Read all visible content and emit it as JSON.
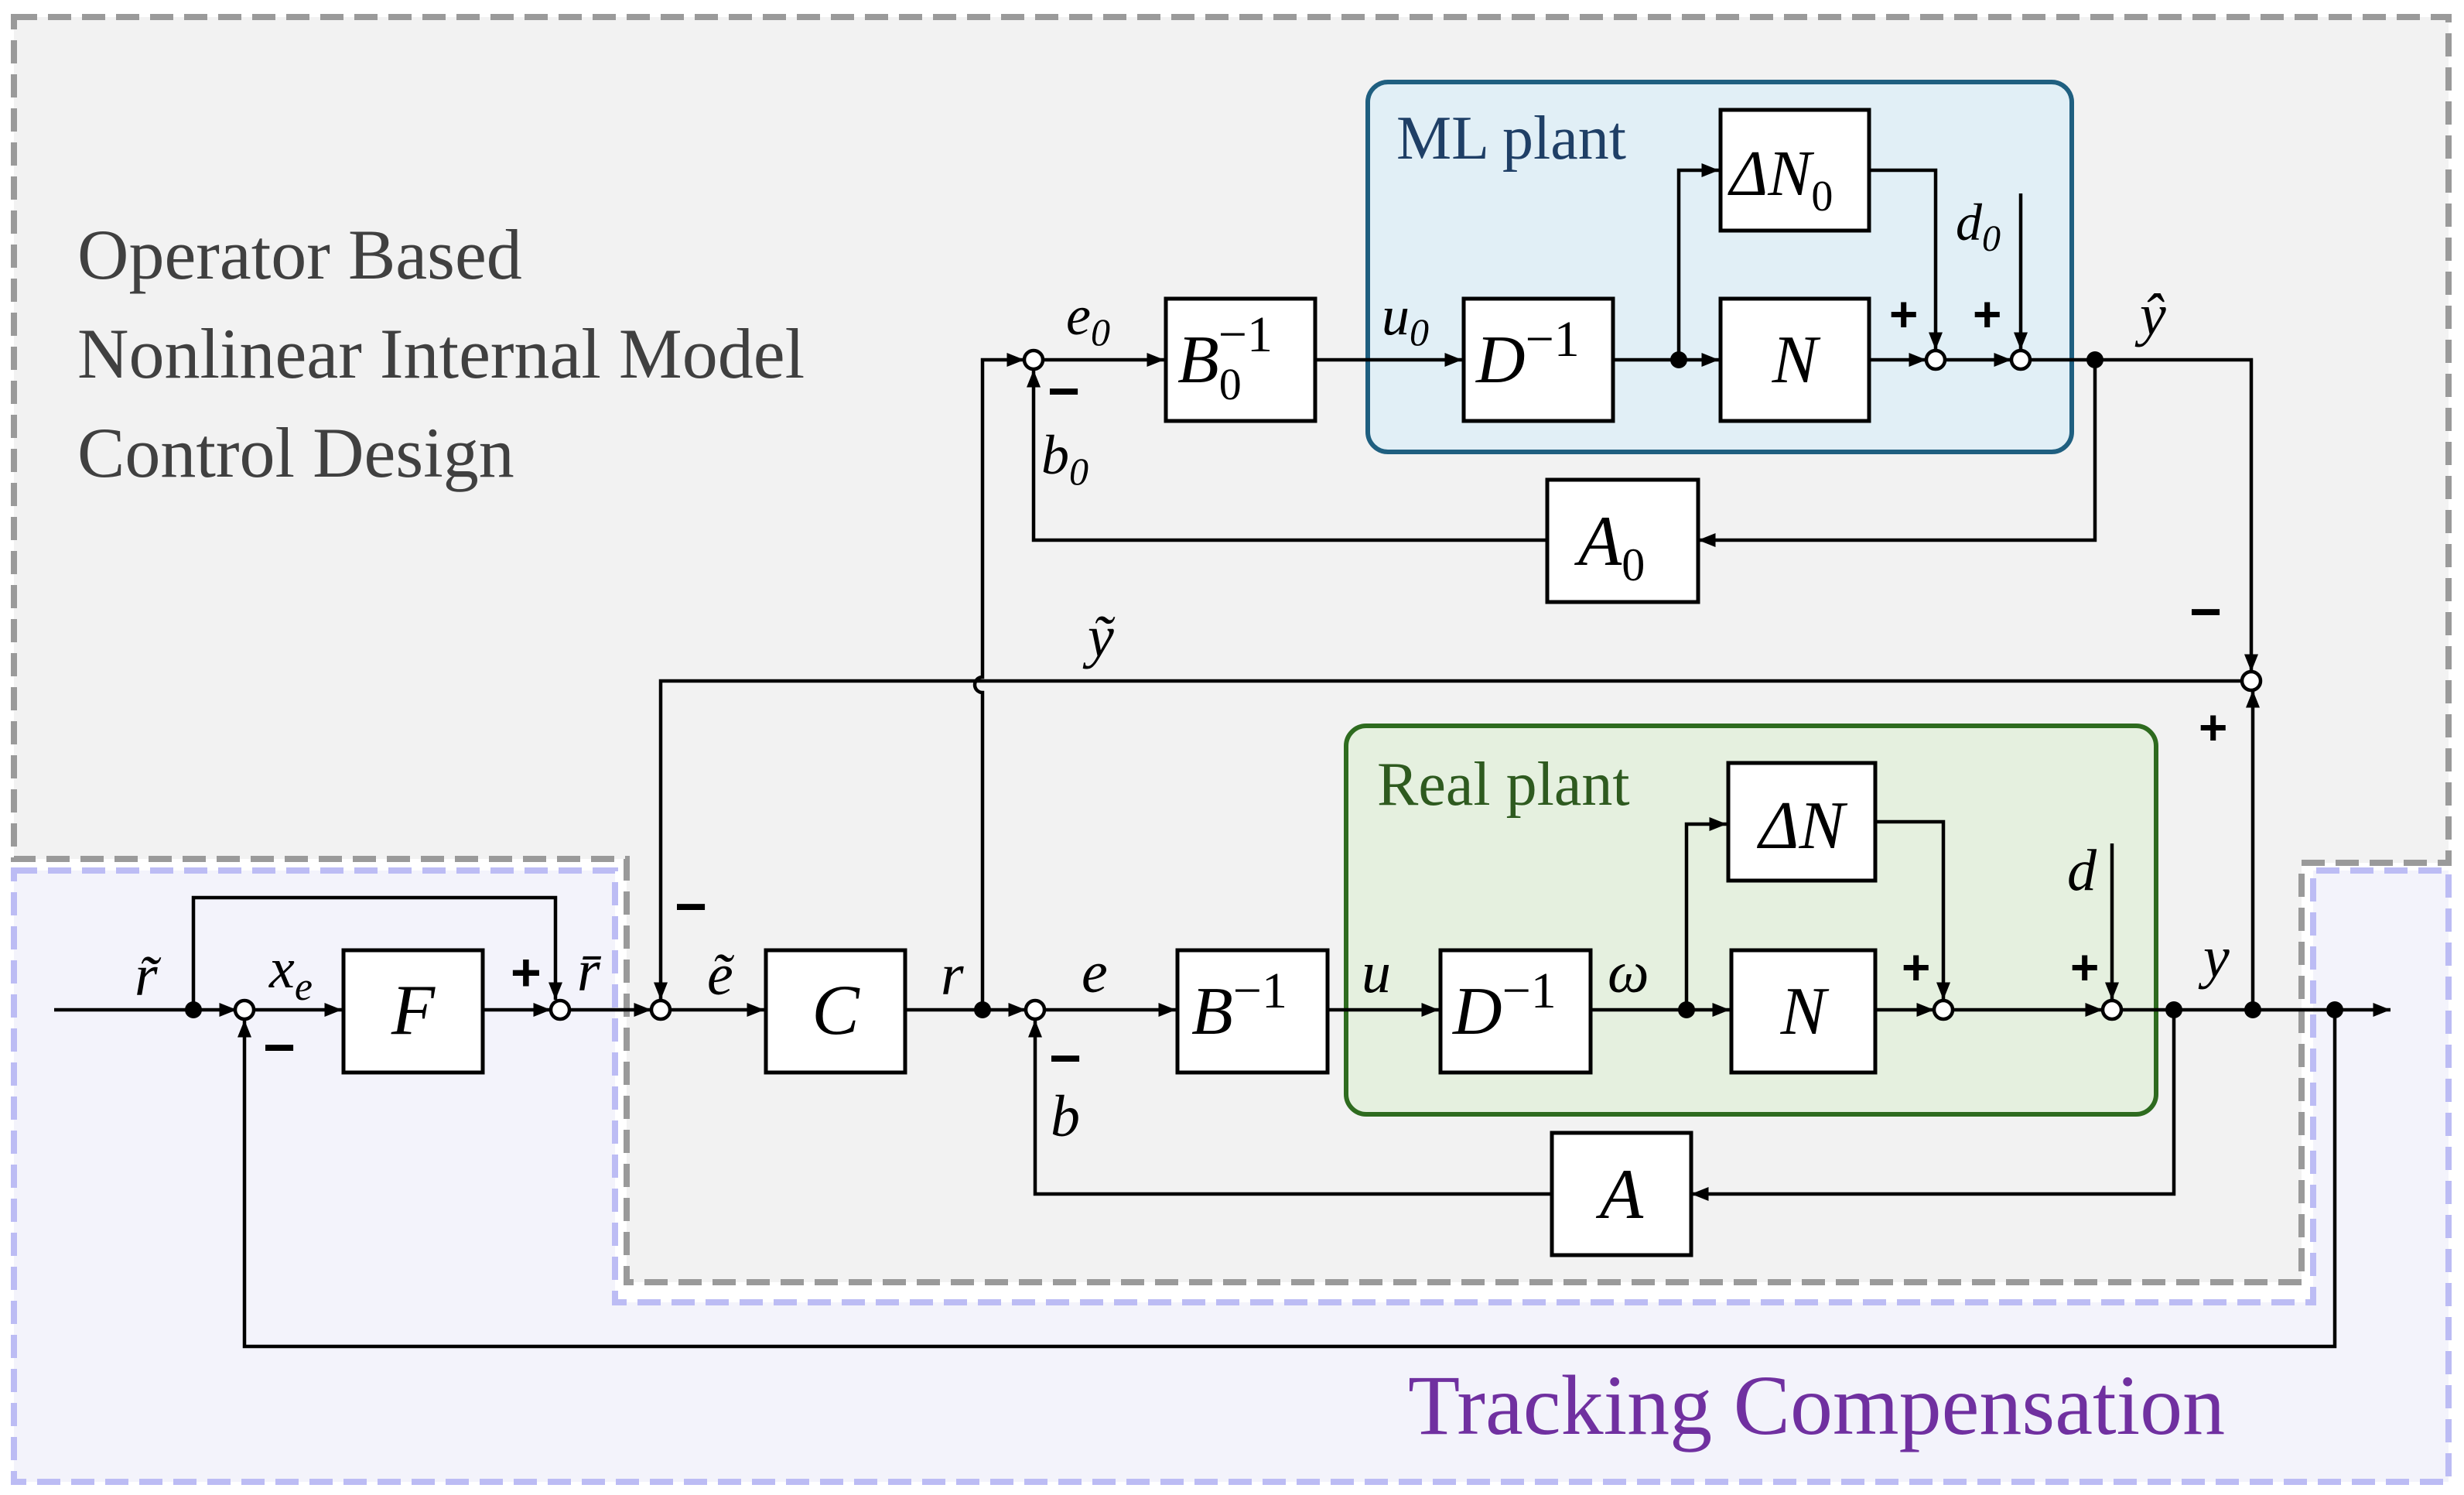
{
  "regions": {
    "imc": {
      "label_lines": [
        "Operator Based",
        "Nonlinear Internal Model",
        "Control Design"
      ]
    },
    "tracking": {
      "label": "Tracking Compensation"
    },
    "ml_plant": {
      "label": "ML plant"
    },
    "real_plant": {
      "label": "Real plant"
    }
  },
  "blocks": {
    "F": "F",
    "C": "C",
    "B_inv": "B",
    "B_inv_exp": "−1",
    "D_inv": "D",
    "D_inv_exp": "−1",
    "N": "N",
    "dN": "ΔN",
    "A": "A",
    "B0_inv": "B",
    "B0_inv_sub": "0",
    "B0_inv_exp": "−1",
    "D0_inv": "D",
    "D0_inv_exp": "−1",
    "N0": "N",
    "dN0": "ΔN",
    "dN0_sub": "0",
    "A0": "A",
    "A0_sub": "0"
  },
  "signals": {
    "r_tilde": "r̃",
    "x_e": "x",
    "x_e_sub": "e",
    "r_bar": "r̄",
    "e_tilde": "ẽ",
    "r": "r",
    "e": "e",
    "u": "u",
    "omega": "ω",
    "b": "b",
    "d": "d",
    "y": "y",
    "y_tilde": "ỹ",
    "y_hat": "ŷ",
    "e0": "e",
    "e0_sub": "0",
    "u0": "u",
    "u0_sub": "0",
    "b0": "b",
    "b0_sub": "0",
    "d0": "d",
    "d0_sub": "0"
  },
  "signs": {
    "plus": "+",
    "minus": "−"
  },
  "colors": {
    "imc_region": "#999999",
    "tracking_region": "#b7b7f2",
    "tracking_text": "#7030a0",
    "ml_plant_border": "#1f5f80",
    "ml_plant_fill": "#e1eff6",
    "ml_plant_text": "#1f3f66",
    "real_plant_border": "#2e6b1f",
    "real_plant_fill": "#e5f0df",
    "real_plant_text": "#2e5a1f"
  }
}
